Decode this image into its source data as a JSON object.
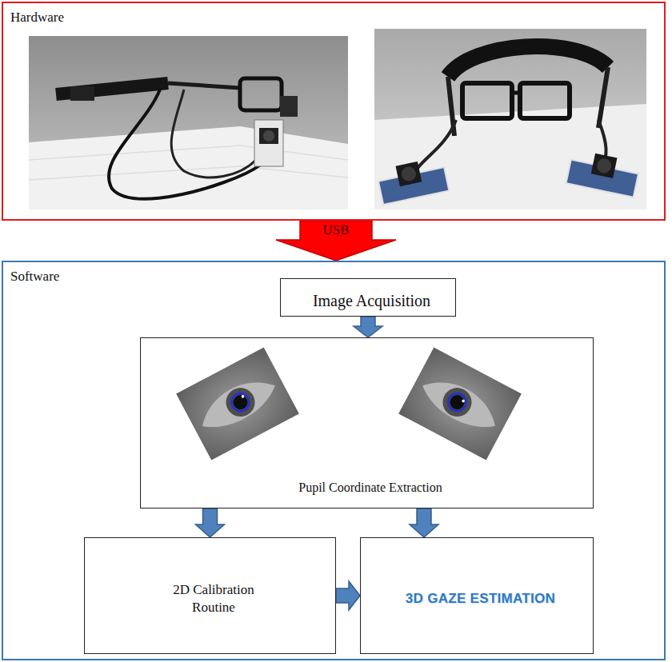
{
  "diagram": {
    "nodes": [
      {
        "text": [
          "Hardware"
        ]
      },
      {
        "text": [
          "Software"
        ]
      },
      {
        "text": [
          "Image Acquisition"
        ],
        "in": 1
      },
      {
        "text": [
          "Pupil Coordinate Extraction"
        ],
        "in": 1
      },
      {
        "text": [
          "2D Calibration Routine"
        ],
        "in": 1
      },
      {
        "text": [
          "3D GAZE ESTIMATION"
        ],
        "in": 1
      }
    ],
    "edges": [
      {
        "from": 0,
        "to": 1,
        "label": "USB",
        "arrow": "to"
      },
      {
        "from": 2,
        "to": 3,
        "arrow": "to"
      },
      {
        "from": 3,
        "to": 4,
        "arrow": "to"
      },
      {
        "from": 3,
        "to": 5,
        "arrow": "to"
      },
      {
        "from": 4,
        "to": 5,
        "arrow": "to"
      }
    ]
  }
}
